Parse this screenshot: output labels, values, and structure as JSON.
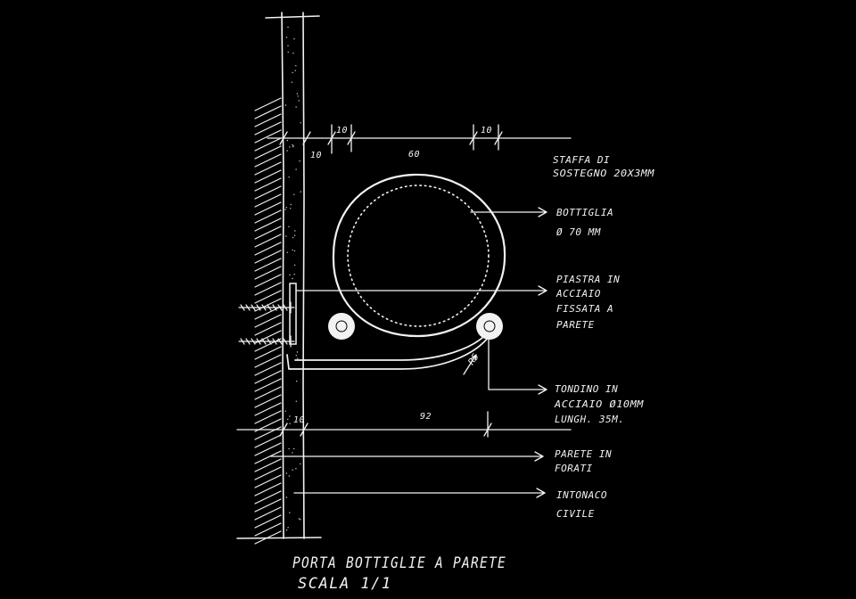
{
  "dimensions": {
    "top_left_gap": "10",
    "top_left_span": "10",
    "top_span": "60",
    "top_right_span": "10",
    "bottom_left": "10",
    "bottom_span": "92",
    "bend_radius": "R5"
  },
  "labels": {
    "staffa_line1": "STAFFA DI",
    "staffa_line2": "SOSTEGNO 20X3MM",
    "bottiglia_line1": "BOTTIGLIA",
    "bottiglia_line2": "Ø 70 MM",
    "piastra_line1": "PIASTRA IN",
    "piastra_line2": "ACCIAIO",
    "piastra_line3": "FISSATA A",
    "piastra_line4": "PARETE",
    "tondino_line1": "TONDINO IN",
    "tondino_line2": "ACCIAIO Ø10MM",
    "tondino_line3": "LUNGH. 35M.",
    "parete_line1": "PARETE IN",
    "parete_line2": "FORATI",
    "intonaco_line1": "INTONACO",
    "intonaco_line2": "CIVILE"
  },
  "title": {
    "line1": "PORTA BOTTIGLIE A PARETE",
    "line2": "SCALA 1/1"
  }
}
